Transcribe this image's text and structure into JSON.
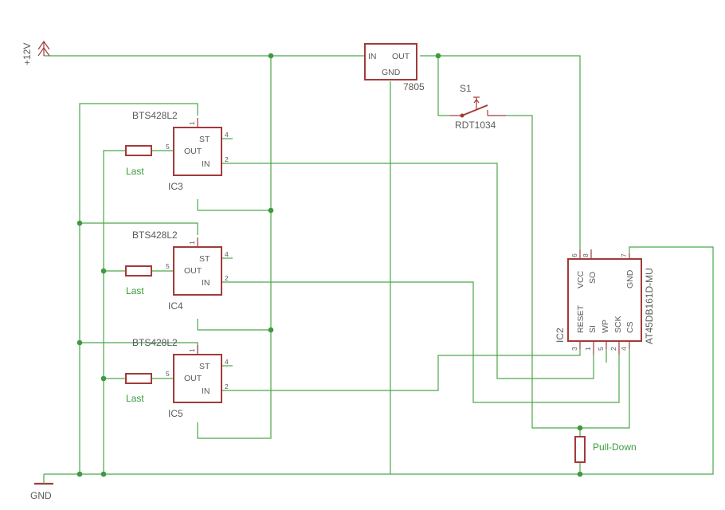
{
  "power": {
    "supply_label": "+12V",
    "ground_label": "GND"
  },
  "regulator": {
    "name": "7805",
    "pin_in": "IN",
    "pin_out": "OUT",
    "pin_gnd": "GND"
  },
  "switch": {
    "name": "S1",
    "part": "RDT1034"
  },
  "switch_ics": [
    {
      "part": "BTS428L2",
      "name": "IC3",
      "pin_st": "ST",
      "pin_out": "OUT",
      "pin_in": "IN",
      "pn_1": "1",
      "pn_2": "2",
      "pn_4": "4",
      "pn_5": "5",
      "load": "Last"
    },
    {
      "part": "BTS428L2",
      "name": "IC4",
      "pin_st": "ST",
      "pin_out": "OUT",
      "pin_in": "IN",
      "pn_1": "1",
      "pn_2": "2",
      "pn_4": "4",
      "pn_5": "5",
      "load": "Last"
    },
    {
      "part": "BTS428L2",
      "name": "IC5",
      "pin_st": "ST",
      "pin_out": "OUT",
      "pin_in": "IN",
      "pn_1": "1",
      "pn_2": "2",
      "pn_4": "4",
      "pn_5": "5",
      "load": "Last"
    }
  ],
  "flash": {
    "name": "IC2",
    "part": "AT45DB161D-MU",
    "pins": {
      "vcc": "VCC",
      "so": "SO",
      "gnd": "GND",
      "reset": "RESET",
      "si": "SI",
      "wp": "WP",
      "sck": "SCK",
      "cs": "CS"
    },
    "pin_numbers": {
      "vcc": "6",
      "so": "8",
      "gnd": "7",
      "reset": "3",
      "si": "1",
      "wp": "5",
      "sck": "2",
      "cs": "4"
    }
  },
  "pulldown": {
    "label": "Pull-Down"
  }
}
